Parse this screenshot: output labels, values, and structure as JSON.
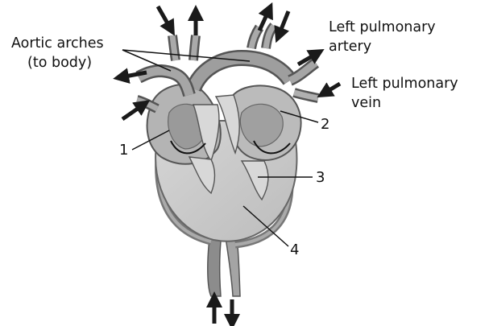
{
  "labels": {
    "aortic_line1": "Aortic arches",
    "aortic_line2": "(to body)",
    "lpa_line1": "Left pulmonary",
    "lpa_line2": "artery",
    "lpv_line1": "Left pulmonary",
    "lpv_line2": "vein",
    "n1": "1",
    "n2": "2",
    "n3": "3",
    "n4": "4"
  },
  "colors": {
    "ventricle": "#c9c9c9",
    "vessel": "#8a8a8a",
    "vessel_dark": "#5a5a5a",
    "atrium": "#bdbdbd",
    "arrow": "#1a1a1a"
  }
}
